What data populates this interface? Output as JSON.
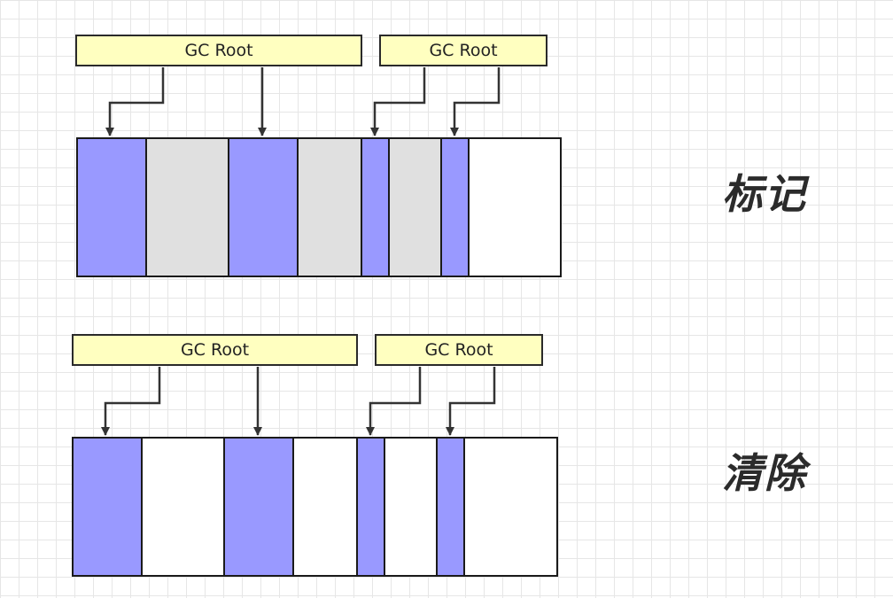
{
  "colors": {
    "reachable": "#9999ff",
    "unreachable": "#e0e0e0",
    "free": "#ffffff",
    "root_fill": "#ffffc0"
  },
  "mark": {
    "phase_label": "标记",
    "roots": [
      {
        "label": "GC Root"
      },
      {
        "label": "GC Root"
      }
    ],
    "cells": [
      {
        "state": "reachable"
      },
      {
        "state": "unreachable"
      },
      {
        "state": "reachable"
      },
      {
        "state": "unreachable"
      },
      {
        "state": "reachable"
      },
      {
        "state": "unreachable"
      },
      {
        "state": "reachable"
      },
      {
        "state": "free"
      }
    ]
  },
  "sweep": {
    "phase_label": "清除",
    "roots": [
      {
        "label": "GC Root"
      },
      {
        "label": "GC Root"
      }
    ],
    "cells": [
      {
        "state": "reachable"
      },
      {
        "state": "free"
      },
      {
        "state": "reachable"
      },
      {
        "state": "free"
      },
      {
        "state": "reachable"
      },
      {
        "state": "free"
      },
      {
        "state": "reachable"
      },
      {
        "state": "free"
      }
    ]
  }
}
